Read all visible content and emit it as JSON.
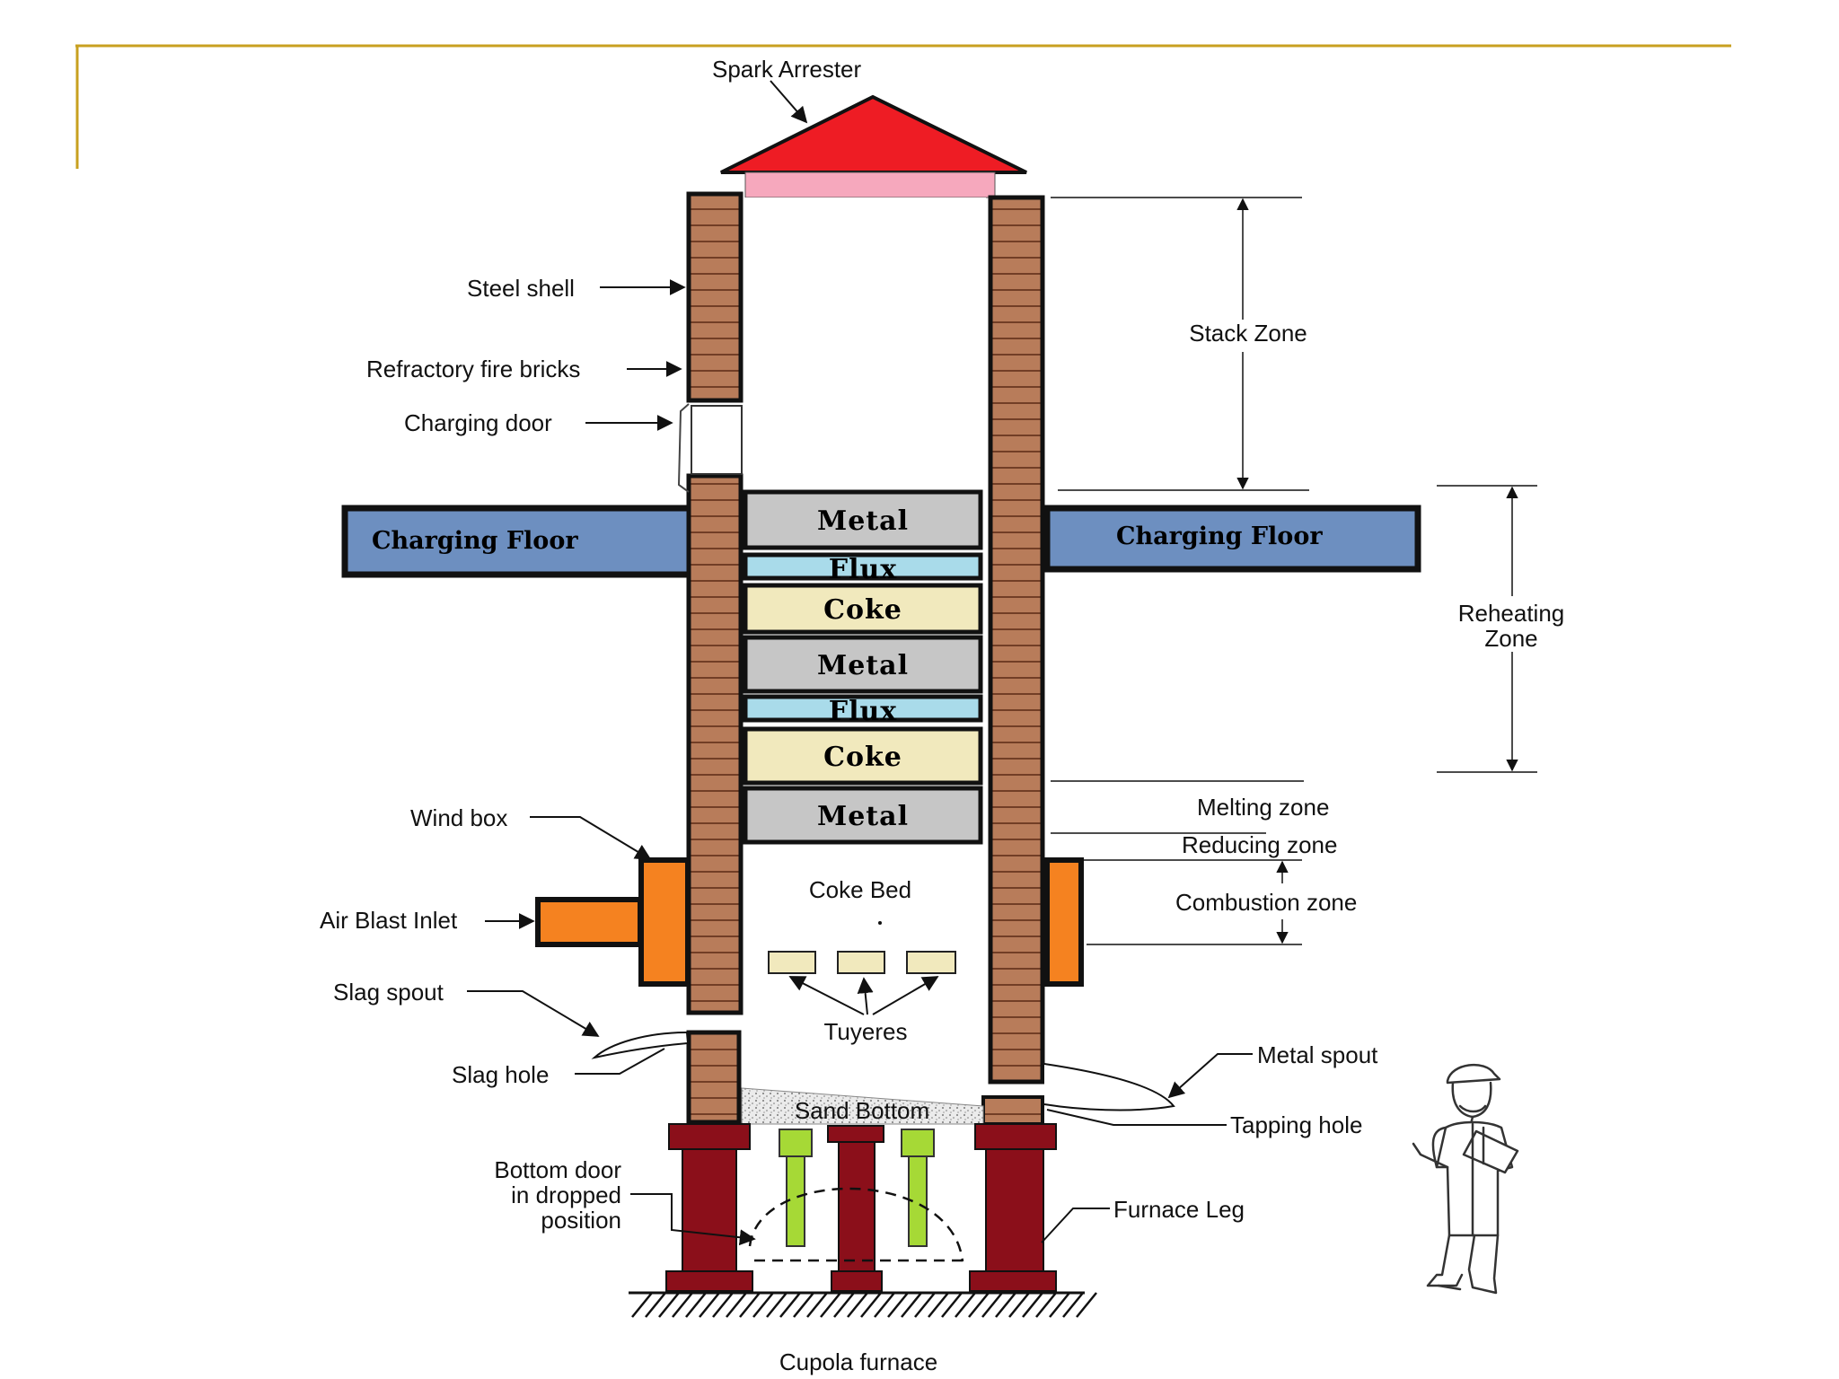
{
  "labels": {
    "spark_arrester": "Spark Arrester",
    "steel_shell": "Steel shell",
    "refractory_fire_bricks": "Refractory fire bricks",
    "charging_door": "Charging door",
    "charging_floor_left": "Charging Floor",
    "charging_floor_right": "Charging Floor",
    "wind_box": "Wind box",
    "air_blast_inlet": "Air Blast Inlet",
    "slag_spout": "Slag spout",
    "slag_hole": "Slag hole",
    "bottom_door_line1": "Bottom door",
    "bottom_door_line2": "in dropped",
    "bottom_door_line3": "position",
    "stack_zone": "Stack Zone",
    "reheating_zone_line1": "Reheating",
    "reheating_zone_line2": "Zone",
    "melting_zone": "Melting zone",
    "reducing_zone": "Reducing zone",
    "combustion_zone": "Combustion zone",
    "coke_bed": "Coke Bed",
    "tuyeres": "Tuyeres",
    "sand_bottom": "Sand Bottom",
    "metal_spout": "Metal spout",
    "tapping_hole": "Tapping hole",
    "furnace_leg": "Furnace Leg",
    "caption": "Cupola furnace"
  },
  "charge_layers": [
    {
      "text": "Metal",
      "kind": "metal"
    },
    {
      "text": "Flux",
      "kind": "flux"
    },
    {
      "text": "Coke",
      "kind": "coke"
    },
    {
      "text": "Metal",
      "kind": "metal"
    },
    {
      "text": "Flux",
      "kind": "flux"
    },
    {
      "text": "Coke",
      "kind": "coke"
    },
    {
      "text": "Metal",
      "kind": "metal"
    }
  ],
  "colors": {
    "metal": "#c6c6c6",
    "flux": "#a9dbea",
    "coke": "#f1e9bd",
    "floor": "#6d8fc0",
    "brick": "#b87c5a",
    "spark_arrester": "#ee1c24",
    "spark_base": "#f6a8bd",
    "wind_box": "#f58220",
    "leg": "#8b0f1a",
    "bottom_door_prop": "#a6d936",
    "frame_rule": "#c8a020"
  }
}
